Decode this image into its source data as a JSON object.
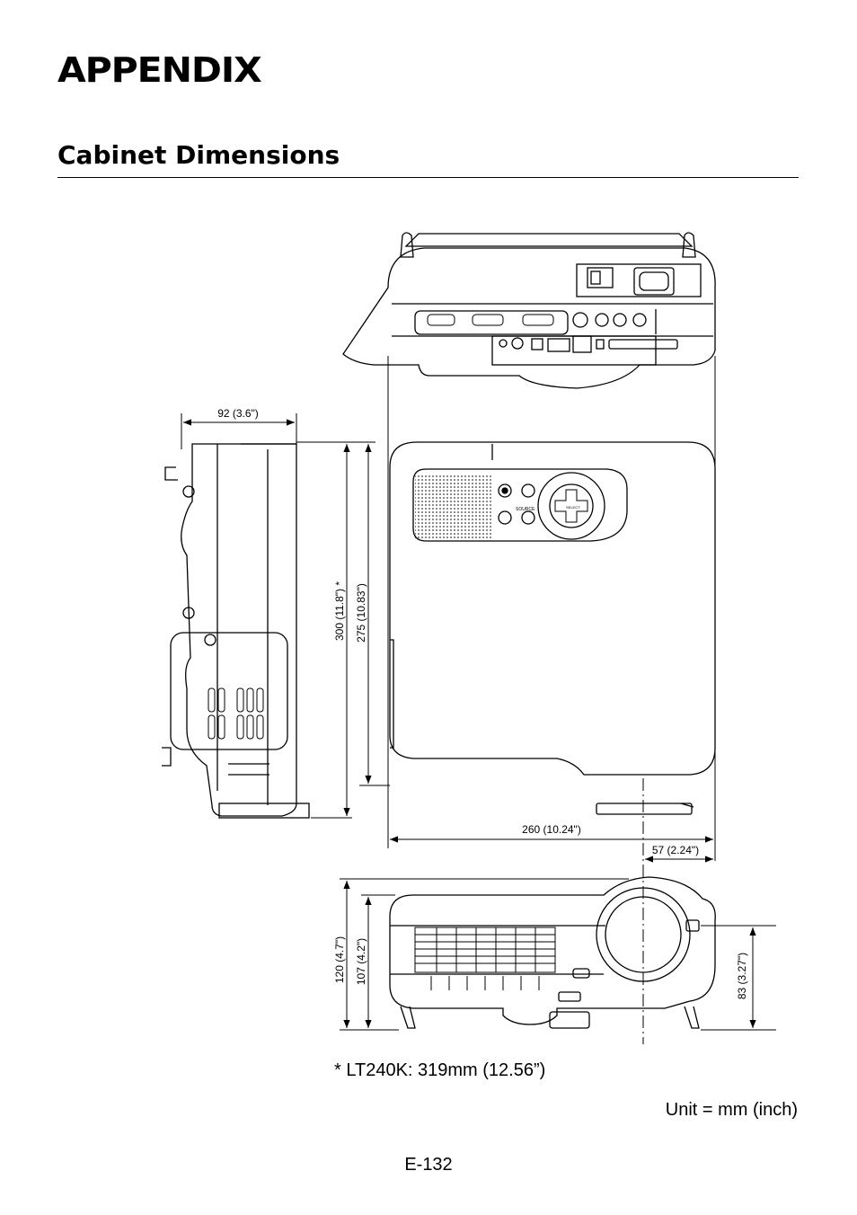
{
  "header": {
    "title": "APPENDIX",
    "section_title": "Cabinet Dimensions"
  },
  "dimensions": {
    "side_width": "92 (3.6\")",
    "height_total": "300 (11.8\") *",
    "height_body": "275 (10.83\")",
    "width_total": "260 (10.24\")",
    "lens_offset": "57 (2.24\")",
    "front_height_total": "120 (4.7\")",
    "front_height_body": "107 (4.2\")",
    "lens_center_height": "83 (3.27\")"
  },
  "panel_labels": {
    "source": "SOURCE",
    "select": "SELECT"
  },
  "footnote": "* LT240K: 319mm (12.56”)",
  "unit_note": "Unit = mm (inch)",
  "page_number": "E-132"
}
